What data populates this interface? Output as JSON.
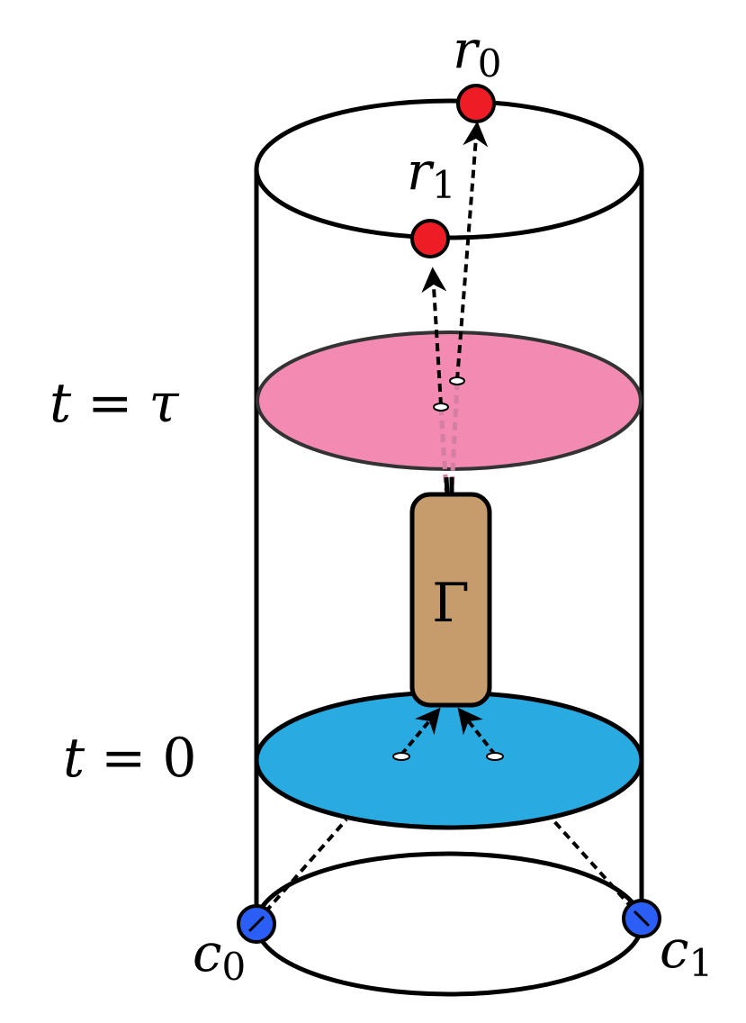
{
  "labels": {
    "t_tau": {
      "t": "t",
      "eq": "=",
      "rhs": "τ"
    },
    "t_zero": {
      "t": "t",
      "eq": "=",
      "rhs": "0"
    },
    "gamma": "Γ",
    "r0": {
      "base": "r",
      "sub": "0"
    },
    "r1": {
      "base": "r",
      "sub": "1"
    },
    "c0": {
      "base": "c",
      "sub": "0"
    },
    "c1": {
      "base": "c",
      "sub": "1"
    }
  },
  "colors": {
    "tau_slice": "#f28ab2",
    "zero_slice": "#29aae1",
    "gamma_box": "#c69c6d",
    "output_points": "#ee1c25",
    "input_points": "#2b5ef5",
    "outline": "#000000"
  }
}
